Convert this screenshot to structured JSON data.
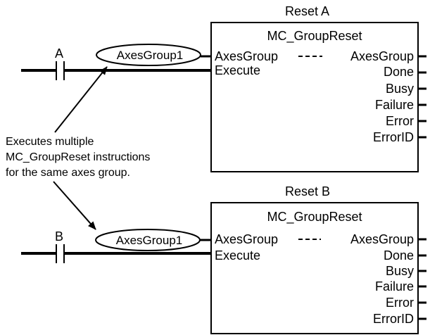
{
  "note": {
    "lines": [
      "Executes multiple",
      "MC_GroupReset instructions",
      "for the same axes group."
    ]
  },
  "blocks": [
    {
      "instance": "Reset A",
      "type": "MC_GroupReset",
      "contact": "A",
      "variable": "AxesGroup1",
      "inputs": [
        "AxesGroup",
        "Execute"
      ],
      "outputs": [
        "AxesGroup",
        "Done",
        "Busy",
        "Failure",
        "Error",
        "ErrorID"
      ]
    },
    {
      "instance": "Reset B",
      "type": "MC_GroupReset",
      "contact": "B",
      "variable": "AxesGroup1",
      "inputs": [
        "AxesGroup",
        "Execute"
      ],
      "outputs": [
        "AxesGroup",
        "Done",
        "Busy",
        "Failure",
        "Error",
        "ErrorID"
      ]
    }
  ]
}
